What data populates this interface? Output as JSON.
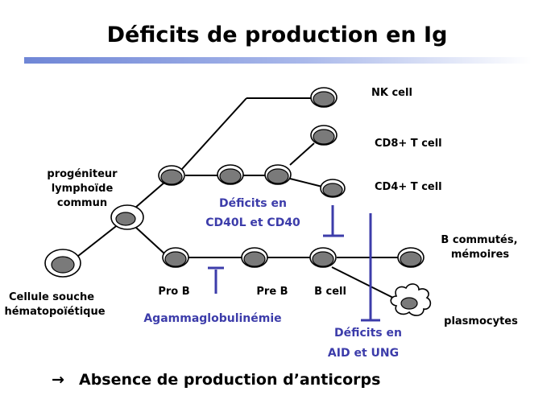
{
  "title": "Déficits de production en Ig",
  "labels": {
    "nk_cell": "NK cell",
    "cd8_cell": "CD8+ T cell",
    "cd4_cell": "CD4+ T cell",
    "progenitor_line1": "progéniteur",
    "progenitor_line2": "lymphoïde",
    "progenitor_line3": "commun",
    "stem_line1": "Cellule souche",
    "stem_line2": "hématopoïétique",
    "pro_b": "Pro B",
    "pre_b": "Pre B",
    "b_cell": "B cell",
    "b_switched_line1": "B commutés,",
    "b_switched_line2": "mémoires",
    "plasmocytes": "plasmocytes"
  },
  "deficits": {
    "cd40_line1": "Déficits en",
    "cd40_line2": "CD40L et CD40",
    "agamma": "Agammaglobulinémie",
    "aid_line1": "Déficits en",
    "aid_line2": "AID et UNG"
  },
  "conclusion": {
    "arrow": "→",
    "text": "Absence de production d’anticorps"
  },
  "colors": {
    "accent_blue": "#3c3caa",
    "cell_fill": "#7a7a7a",
    "title_bar": "#6f86d6"
  }
}
